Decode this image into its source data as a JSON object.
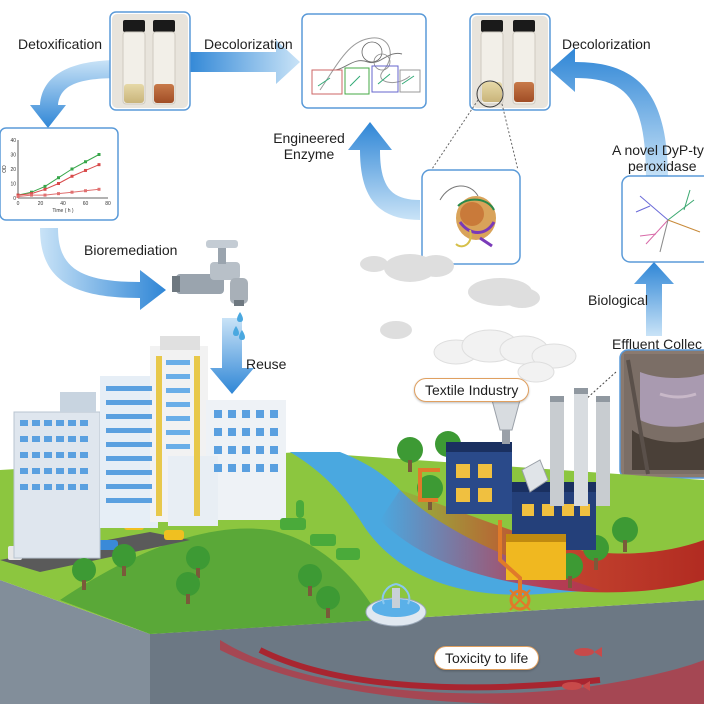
{
  "labels": {
    "detoxification": "Detoxification",
    "decolorization_left": "Decolorization",
    "decolorization_right": "Decolorization",
    "engineered_line1": "Engineered",
    "engineered_line2": "Enzyme",
    "novel_line1": "A novel DyP-ty",
    "novel_line2": "peroxidase",
    "bioremediation": "Bioremediation",
    "biological": "Biological",
    "reuse": "Reuse",
    "effluent": "Effluent Collec",
    "textile_industry": "Textile Industry",
    "toxicity": "Toxicity to life"
  },
  "chart": {
    "ylabel": "OD",
    "xlabel": "Time ( h )",
    "x_ticks": [
      "0",
      "20",
      "40",
      "60",
      "80"
    ],
    "y_ticks": [
      "0",
      "10",
      "20",
      "30",
      "40"
    ]
  },
  "chart_data": {
    "type": "line",
    "xlabel": "Time ( h )",
    "ylabel": "OD",
    "xlim": [
      0,
      80
    ],
    "ylim": [
      0,
      40
    ],
    "x": [
      0,
      12,
      24,
      36,
      48,
      60,
      72
    ],
    "series": [
      {
        "values": [
          2,
          4,
          8,
          14,
          20,
          25,
          30
        ],
        "color": "#37a64a"
      },
      {
        "values": [
          2,
          3,
          6,
          10,
          15,
          19,
          23
        ],
        "color": "#d84a4a"
      },
      {
        "values": [
          1,
          2,
          2,
          3,
          4,
          5,
          6
        ],
        "color": "#e07070"
      }
    ]
  },
  "colors": {
    "arrow": "#3a8fd8",
    "grass": "#8cc63f",
    "soil": "#7a8794",
    "pollution": "#d61f2c",
    "river": "#4aa8e0",
    "sky_cloud": "#e6e6e6"
  }
}
